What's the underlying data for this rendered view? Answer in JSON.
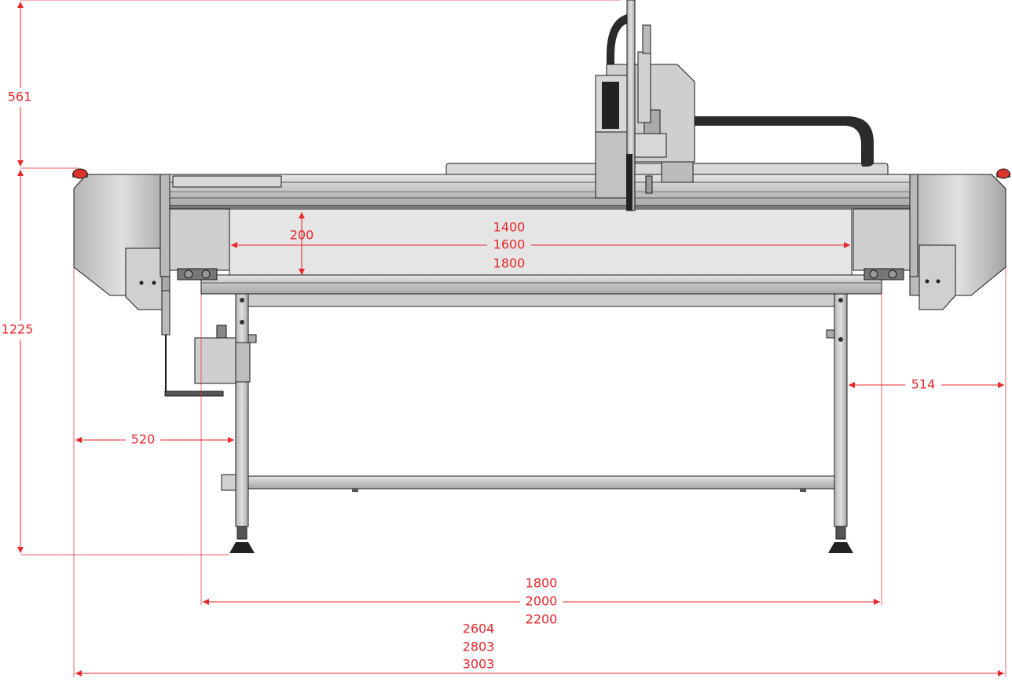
{
  "colors": {
    "dimension": "#e8262b",
    "frame": "#c9c9c9",
    "frame_dark": "#8f8f8f",
    "bed": "#e5e5e5",
    "outline": "#1a1a1a",
    "chain": "#2b2b2b",
    "estop": "#d9342b"
  },
  "dimensions": {
    "gantry_height": "561",
    "total_height": "1225",
    "depth_bar": "200",
    "work_widths": [
      "1400",
      "1600",
      "1800"
    ],
    "left_overhang": "520",
    "right_overhang": "514",
    "frame_widths": [
      "1800",
      "2000",
      "2200"
    ],
    "total_widths": [
      "2604",
      "2803",
      "3003"
    ]
  }
}
